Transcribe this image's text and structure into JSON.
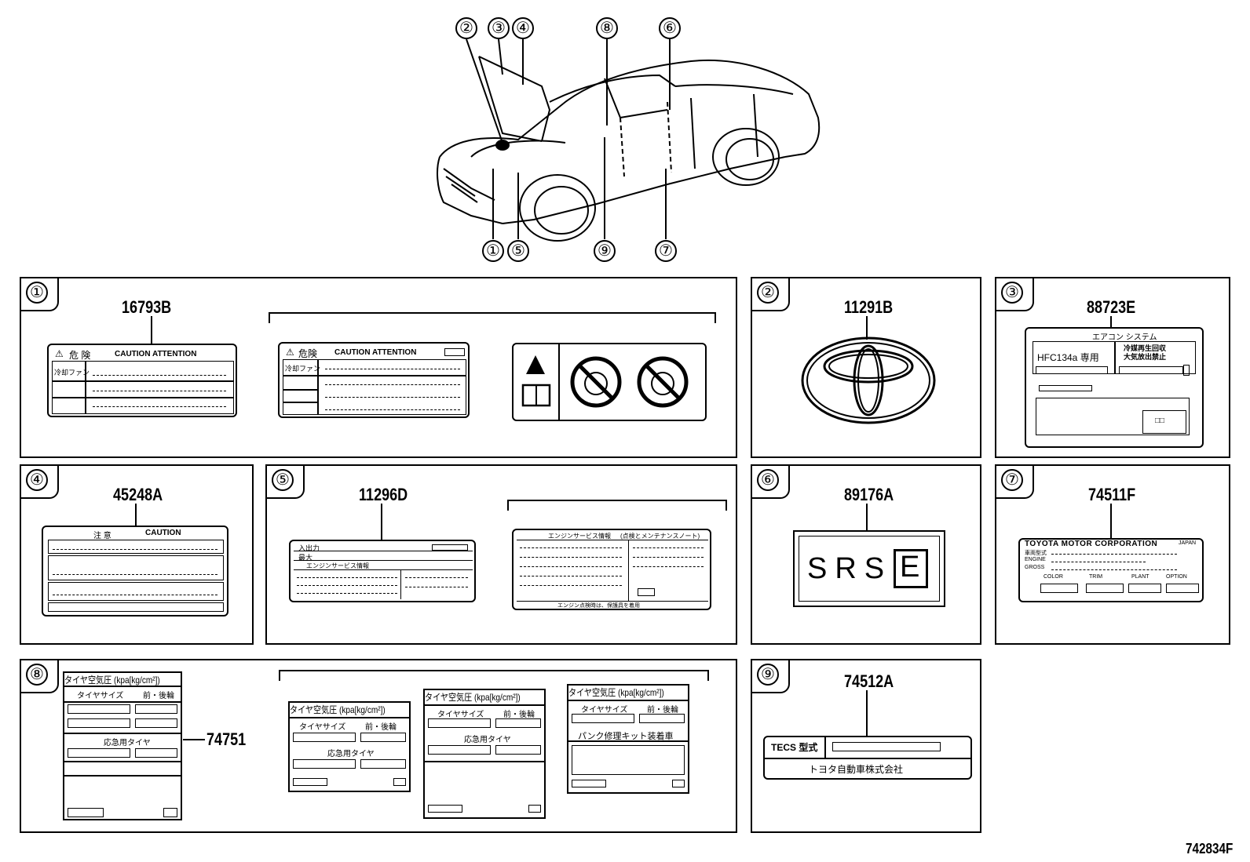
{
  "diagram_id": "742834F",
  "callouts": [
    "①",
    "②",
    "③",
    "④",
    "⑤",
    "⑥",
    "⑦",
    "⑧",
    "⑨"
  ],
  "panels": {
    "p1": {
      "num": "①",
      "part": "16793B"
    },
    "p2": {
      "num": "②",
      "part": "11291B"
    },
    "p3": {
      "num": "③",
      "part": "88723E"
    },
    "p4": {
      "num": "④",
      "part": "45248A"
    },
    "p5": {
      "num": "⑤",
      "part": "11296D"
    },
    "p6": {
      "num": "⑥",
      "part": "89176A"
    },
    "p7": {
      "num": "⑦",
      "part": "74511F"
    },
    "p8": {
      "num": "⑧",
      "part": "74751"
    },
    "p9": {
      "num": "⑨",
      "part": "74512A"
    }
  },
  "labels": {
    "caution_a": {
      "head_jp": "危 険",
      "head_en": "CAUTION   ATTENTION",
      "row1": "冷却ファン"
    },
    "caution_b": {
      "head_jp": "危険",
      "head_en": "CAUTION   ATTENTION",
      "row1": "冷却ファン"
    },
    "ac": {
      "title": "エアコン システム",
      "refrigerant": "HFC134a 専用",
      "note": "冷媒再生回収\n大気放出禁止",
      "mark": "□□"
    },
    "caution_c": {
      "head_jp": "注 意",
      "head_en": "CAUTION"
    },
    "engine_a": {
      "row1": "入出力",
      "row2": "最大",
      "line": "エンジンサービス情報"
    },
    "engine_b": {
      "title": "エンジンサービス情報",
      "sub": "(点検とメンテナンスノート)",
      "foot": "エンジン点検時は、保護具を着用"
    },
    "srs": {
      "text": "SRS",
      "letter": "E"
    },
    "tmc": {
      "title": "TOYOTA MOTOR CORPORATION",
      "suffix": "JAPAN",
      "r1": "車両型式",
      "r2": "ENGINE",
      "r3": "GROSS",
      "c1": "COLOR",
      "c2": "TRIM",
      "c3": "PLANT",
      "c4": "OPTION"
    },
    "tire": {
      "title": "タイヤ空気圧 (kpa[kg/cm²])",
      "size": "タイヤサイズ",
      "axle": "前・後輪",
      "spare": "応急用タイヤ",
      "repair": "パンク修理キット装着車"
    },
    "tecs": {
      "left": "TECS 型式",
      "bottom": "トヨタ自動車株式会社"
    }
  }
}
